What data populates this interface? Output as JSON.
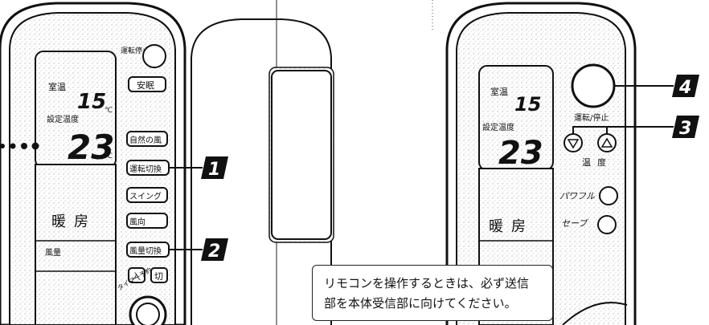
{
  "left_remote": {
    "room_temp_label": "室温",
    "room_temp_value": "15",
    "room_temp_unit": "℃",
    "set_temp_label": "設定温度",
    "set_temp_value": "23",
    "set_temp_unit": "℃",
    "mode_label": "暖房",
    "fan_label": "風量",
    "power_label": "運転停止",
    "buttons": {
      "sleep": "安眠",
      "natural_wind": "自然の風",
      "mode_switch": "運転切換",
      "swing": "スイング",
      "wind_direction": "風向",
      "fan_switch": "風量切換",
      "timer_on": "入",
      "timer_off": "切"
    },
    "timer_label": "タイマー予約"
  },
  "right_remote": {
    "room_temp_label": "室温",
    "room_temp_value": "15",
    "set_temp_label": "設定温度",
    "set_temp_value": "23",
    "mode_label": "暖房",
    "power_label": "運転/停止",
    "temp_label": "温度",
    "powerful_label": "パワフル",
    "eco_label": "セーブ"
  },
  "callouts": [
    "1",
    "2",
    "3",
    "4"
  ],
  "note": {
    "line1": "リモコンを操作するときは、必ず送信",
    "line2": "部を本体受信部に向けてください。"
  }
}
